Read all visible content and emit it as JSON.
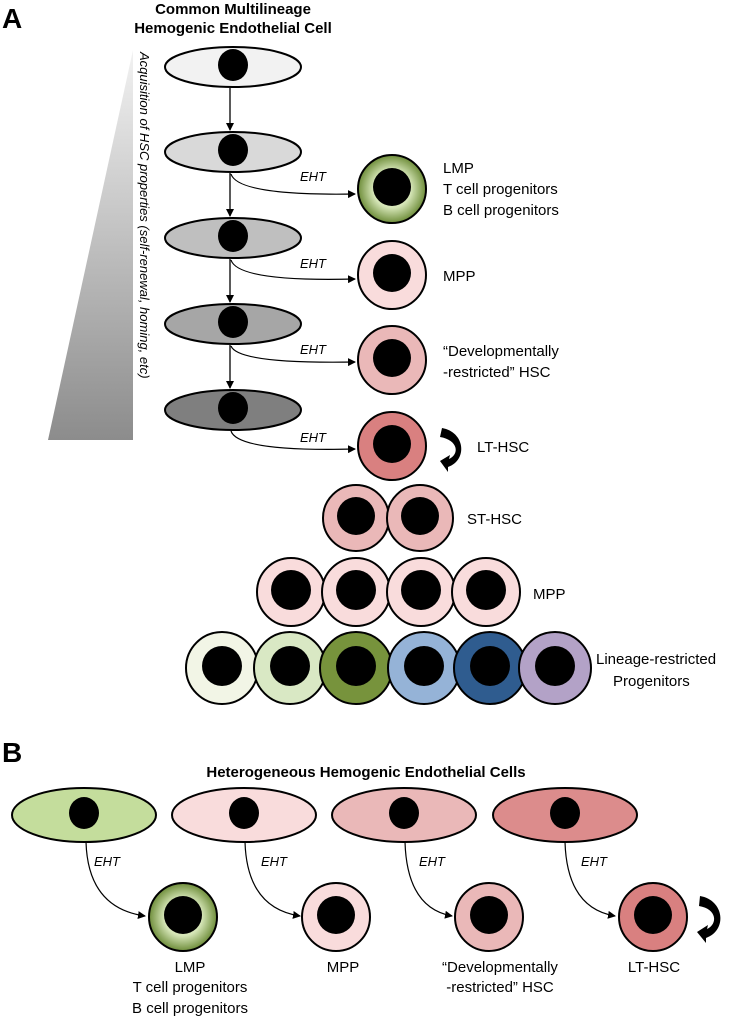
{
  "panel_a": {
    "letter": "A",
    "title_line1": "Common Multilineage",
    "title_line2": "Hemogenic Endothelial Cell",
    "gradient_label": "Acquisition of HSC properties (self-renewal, homing, etc)",
    "eht_label": "EHT",
    "lmp_lines": [
      "LMP",
      "T cell progenitors",
      "B cell progenitors"
    ],
    "mpp_label": "MPP",
    "dev_line1": "“Developmentally",
    "dev_line2": "-restricted” HSC",
    "lthsc_label": "LT-HSC",
    "sthsc_label": "ST-HSC",
    "mpp_row_label": "MPP",
    "lineage_line1": "Lineage-restricted",
    "lineage_line2": "Progenitors"
  },
  "panel_b": {
    "letter": "B",
    "title": "Heterogeneous Hemogenic Endothelial Cells",
    "eht_label": "EHT",
    "lmp_lines": [
      "LMP",
      "T cell progenitors",
      "B cell progenitors"
    ],
    "mpp_label": "MPP",
    "dev_line1": "“Developmentally",
    "dev_line2": "-restricted” HSC",
    "lthsc_label": "LT-HSC"
  },
  "colors": {
    "endo_a": [
      "#f2f2f2",
      "#d9d9d9",
      "#bfbfbf",
      "#a6a6a6",
      "#7f7f7f"
    ],
    "lmp": "#92b060",
    "mpp": "#f9dcdc",
    "dev_hsc": "#eab8b8",
    "lt_hsc": "#d98080",
    "st_hsc": "#eab8b8",
    "lineage": [
      "#f2f5e6",
      "#d9e8c4",
      "#77933c",
      "#95b3d7",
      "#2f5c8f",
      "#b3a2c7"
    ],
    "endo_b": [
      "#c4dd9c",
      "#f9dcdc",
      "#eab8b8",
      "#dc8c8c"
    ]
  }
}
